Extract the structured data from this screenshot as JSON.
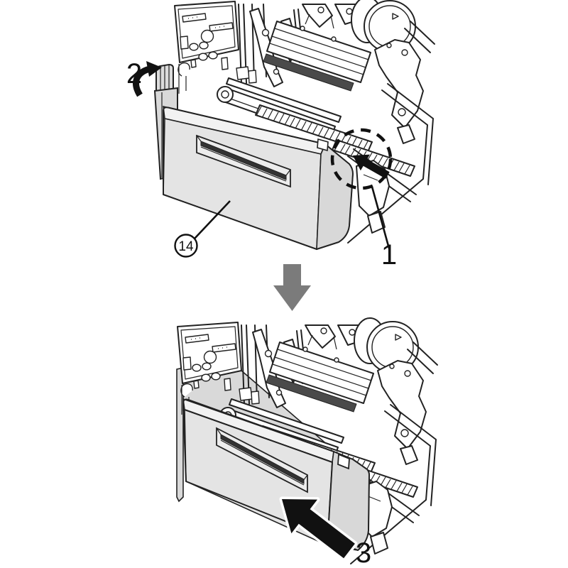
{
  "figure": {
    "kind": "instruction-diagram",
    "subject": "Attaching the optional cutter cover to a label printer",
    "panel_count": 2,
    "panels": [
      {
        "id": "top",
        "description": "Hook the cutter cover onto the printer front (step 2), fitting it at position 1"
      },
      {
        "id": "bottom",
        "description": "Push the cutter cover flush against the printer (step 3)"
      }
    ]
  },
  "callouts": {
    "step2": "2",
    "ref1": "1",
    "part14": "14",
    "step3": "3"
  },
  "icons": {
    "rotate_arrow": "rotate-up-arrow-icon",
    "insert_arrow": "insert-arrow-icon",
    "down_arrow": "down-arrow-icon",
    "push_arrow": "push-arrow-icon",
    "dashed_circle": "highlight-dashed-circle"
  },
  "colors": {
    "line": "#222222",
    "cover_front": "#e4e4e4",
    "cover_top": "#f2f2f2",
    "cover_side": "#d8d8d8",
    "cover_backplate": "#d9d9d9",
    "slot_recess": "#ececec",
    "slot_dark": "#333333",
    "dark_roller": "#4a4a4a",
    "down_arrow_gray": "#7b7b7b",
    "black_arrow": "#111111",
    "background": "#ffffff"
  }
}
